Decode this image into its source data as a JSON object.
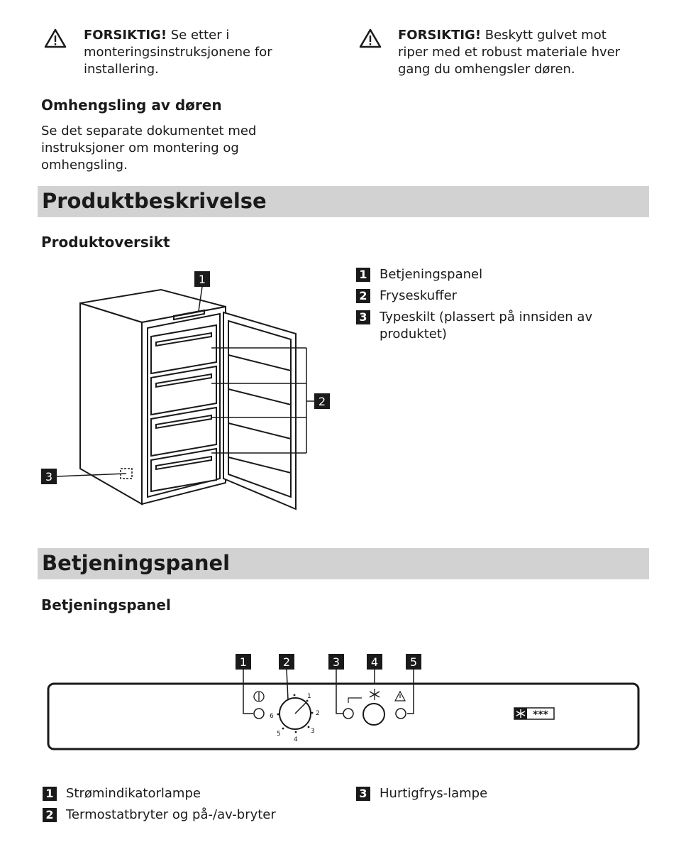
{
  "warnings": [
    {
      "strong": "FORSIKTIG!",
      "text": " Se etter i monteringsinstruksjonene for installering."
    },
    {
      "strong": "FORSIKTIG!",
      "text": " Beskytt gulvet mot riper med et robust materiale hver gang du omhengsler døren."
    }
  ],
  "door_section": {
    "title": "Omhengsling av døren",
    "body": "Se det separate dokumentet med instruksjoner om montering og omhengsling."
  },
  "product_section": {
    "bar_title": "Produktbeskrivelse",
    "subtitle": "Produktoversikt",
    "callouts": [
      "1",
      "2",
      "3"
    ],
    "legend": [
      {
        "num": "1",
        "label": "Betjeningspanel"
      },
      {
        "num": "2",
        "label": "Fryseskuffer"
      },
      {
        "num": "3",
        "label": "Typeskilt (plassert på innsiden av produktet)"
      }
    ]
  },
  "panel_section": {
    "bar_title": "Betjeningspanel",
    "subtitle": "Betjeningspanel",
    "callouts": [
      "1",
      "2",
      "3",
      "4",
      "5"
    ],
    "dial_numbers": [
      "1",
      "2",
      "3",
      "4",
      "5",
      "6"
    ],
    "star_label": "***",
    "legend_left": [
      {
        "num": "1",
        "label": "Strømindikatorlampe"
      },
      {
        "num": "2",
        "label": "Termostatbryter og på-/av-bryter"
      }
    ],
    "legend_right": [
      {
        "num": "3",
        "label": "Hurtigfrys-lampe"
      }
    ]
  },
  "icons": {
    "warning": "warning-triangle-icon",
    "power": "power-icon",
    "snowflake": "snowflake-icon",
    "alarm": "alarm-triangle-icon"
  }
}
